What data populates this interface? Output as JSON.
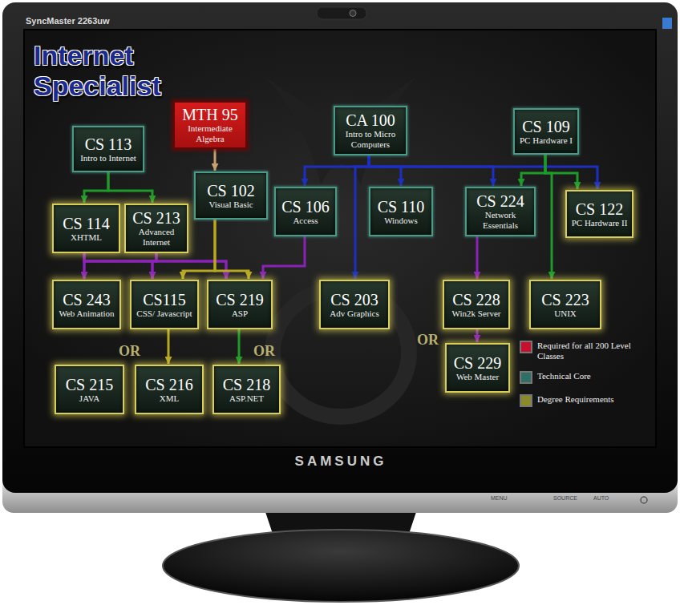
{
  "diagram": {
    "title": "Internet Specialist",
    "nodes": [
      {
        "text": [
          "MTH 95",
          "Intermediate Algebra"
        ]
      },
      {
        "text": [
          "CA 100",
          "Intro to Micro Computers"
        ]
      },
      {
        "text": [
          "CS 109",
          "PC Hardware I"
        ]
      },
      {
        "text": [
          "CS 113",
          "Intro to Internet"
        ]
      },
      {
        "text": [
          "CS 102",
          "Visual Basic"
        ]
      },
      {
        "text": [
          "CS 106",
          "Access"
        ]
      },
      {
        "text": [
          "CS 110",
          "Windows"
        ]
      },
      {
        "text": [
          "CS 224",
          "Network Essentials"
        ]
      },
      {
        "text": [
          "CS 122",
          "PC Hardware II"
        ]
      },
      {
        "text": [
          "CS 114",
          "XHTML"
        ]
      },
      {
        "text": [
          "CS 213",
          "Advanced Internet"
        ]
      },
      {
        "text": [
          "CS 243",
          "Web Animation"
        ]
      },
      {
        "text": [
          "CS115",
          "CSS/ Javascript"
        ]
      },
      {
        "text": [
          "CS 219",
          "ASP"
        ]
      },
      {
        "text": [
          "CS 203",
          "Adv Graphics"
        ]
      },
      {
        "text": [
          "CS 228",
          "Win2k Server"
        ]
      },
      {
        "text": [
          "CS 223",
          "UNIX"
        ]
      },
      {
        "text": [
          "CS 215",
          "JAVA"
        ]
      },
      {
        "text": [
          "CS 216",
          "XML"
        ]
      },
      {
        "text": [
          "CS 218",
          "ASP.NET"
        ]
      },
      {
        "text": [
          "CS 229",
          "Web Master"
        ]
      }
    ],
    "edges": [
      {
        "from": 0,
        "to": 4,
        "arrow": "to"
      },
      {
        "from": 1,
        "to": 5,
        "arrow": "to"
      },
      {
        "from": 1,
        "to": 6,
        "arrow": "to"
      },
      {
        "from": 1,
        "to": 14,
        "arrow": "to"
      },
      {
        "from": 1,
        "to": 7,
        "arrow": "to"
      },
      {
        "from": 1,
        "to": 8,
        "arrow": "to"
      },
      {
        "from": 2,
        "to": 7,
        "arrow": "to"
      },
      {
        "from": 2,
        "to": 8,
        "arrow": "to"
      },
      {
        "from": 2,
        "to": 16,
        "arrow": "to"
      },
      {
        "from": 3,
        "to": 9,
        "arrow": "to"
      },
      {
        "from": 3,
        "to": 10,
        "arrow": "to"
      },
      {
        "from": 9,
        "to": 11,
        "arrow": "to"
      },
      {
        "from": 9,
        "to": 12,
        "arrow": "to"
      },
      {
        "from": 9,
        "to": 13,
        "arrow": "to"
      },
      {
        "from": 10,
        "to": 11,
        "arrow": "to"
      },
      {
        "from": 10,
        "to": 12,
        "arrow": "to"
      },
      {
        "from": 10,
        "to": 13,
        "arrow": "to"
      },
      {
        "from": 5,
        "to": 13,
        "arrow": "to"
      },
      {
        "from": 4,
        "to": 12,
        "arrow": "to"
      },
      {
        "from": 4,
        "to": 13,
        "arrow": "to"
      },
      {
        "from": 12,
        "to": 18,
        "arrow": "to"
      },
      {
        "from": 13,
        "to": 19,
        "arrow": "to"
      },
      {
        "from": 7,
        "to": 15,
        "arrow": "to"
      },
      {
        "from": 15,
        "to": 20,
        "arrow": "to"
      }
    ],
    "labels": [
      "SyncMaster 2263uw",
      "OR",
      "OR",
      "OR",
      "SAMSUNG",
      "MENU",
      "SOURCE",
      "AUTO"
    ],
    "legend": [
      {
        "text": "Required for all 200 Level Classes",
        "color": "#c8102e"
      },
      {
        "text": "Technical Core",
        "color": "#2f6f66"
      },
      {
        "text": "Degree Requirements",
        "color": "#8a8a2a"
      }
    ]
  }
}
